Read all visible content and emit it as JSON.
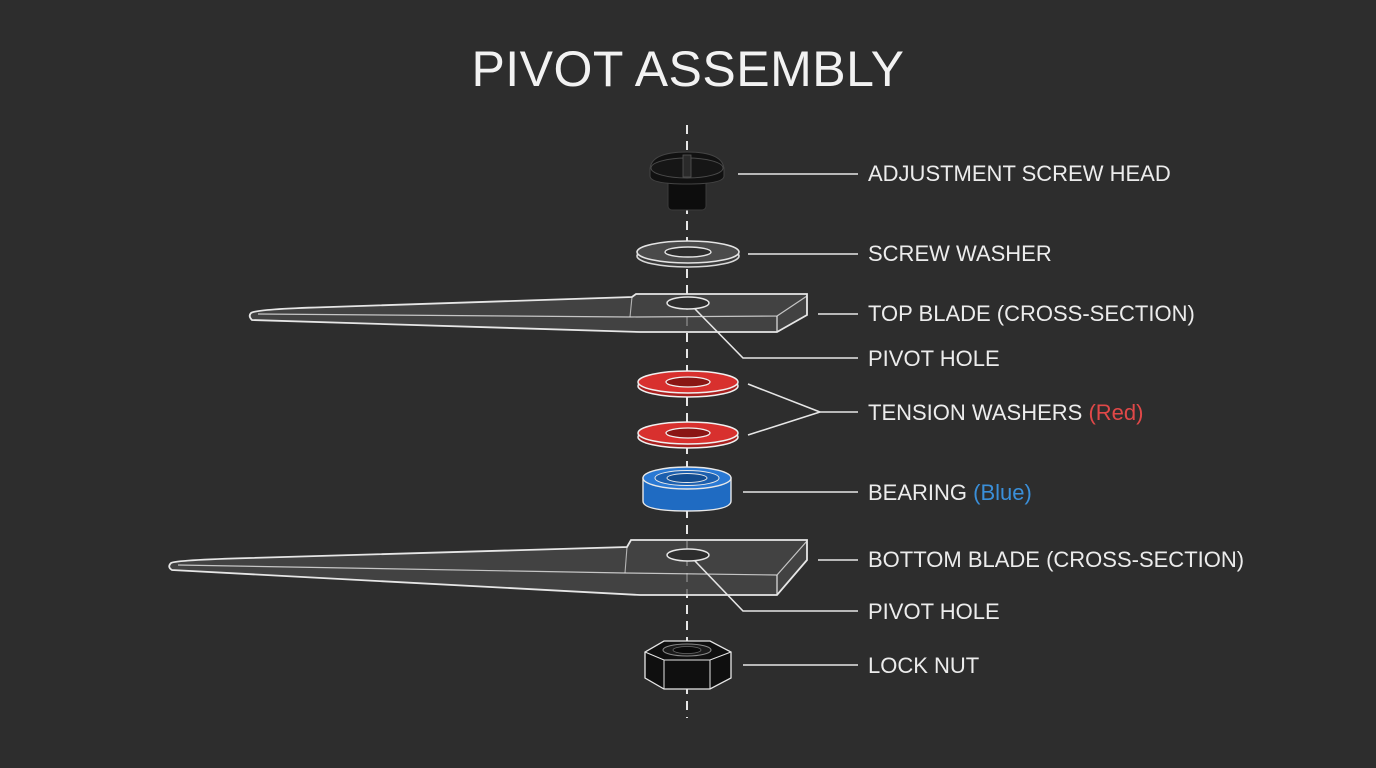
{
  "title": "PIVOT ASSEMBLY",
  "colors": {
    "background": "#2d2d2d",
    "tension_washer": "#d8302e",
    "bearing": "#2a79d4",
    "hardware_black": "#111111",
    "line": "#e6e6e6"
  },
  "labels": {
    "adjustment_screw_head": "ADJUSTMENT SCREW HEAD",
    "screw_washer": "SCREW WASHER",
    "top_blade": "TOP BLADE (CROSS-SECTION)",
    "top_pivot_hole": "PIVOT HOLE",
    "tension_washers": "TENSION WASHERS",
    "tension_washers_note": "(Red)",
    "bearing": "BEARING",
    "bearing_note": "(Blue)",
    "bottom_blade": "BOTTOM BLADE (CROSS-SECTION)",
    "bottom_pivot_hole": "PIVOT HOLE",
    "lock_nut": "LOCK NUT"
  }
}
